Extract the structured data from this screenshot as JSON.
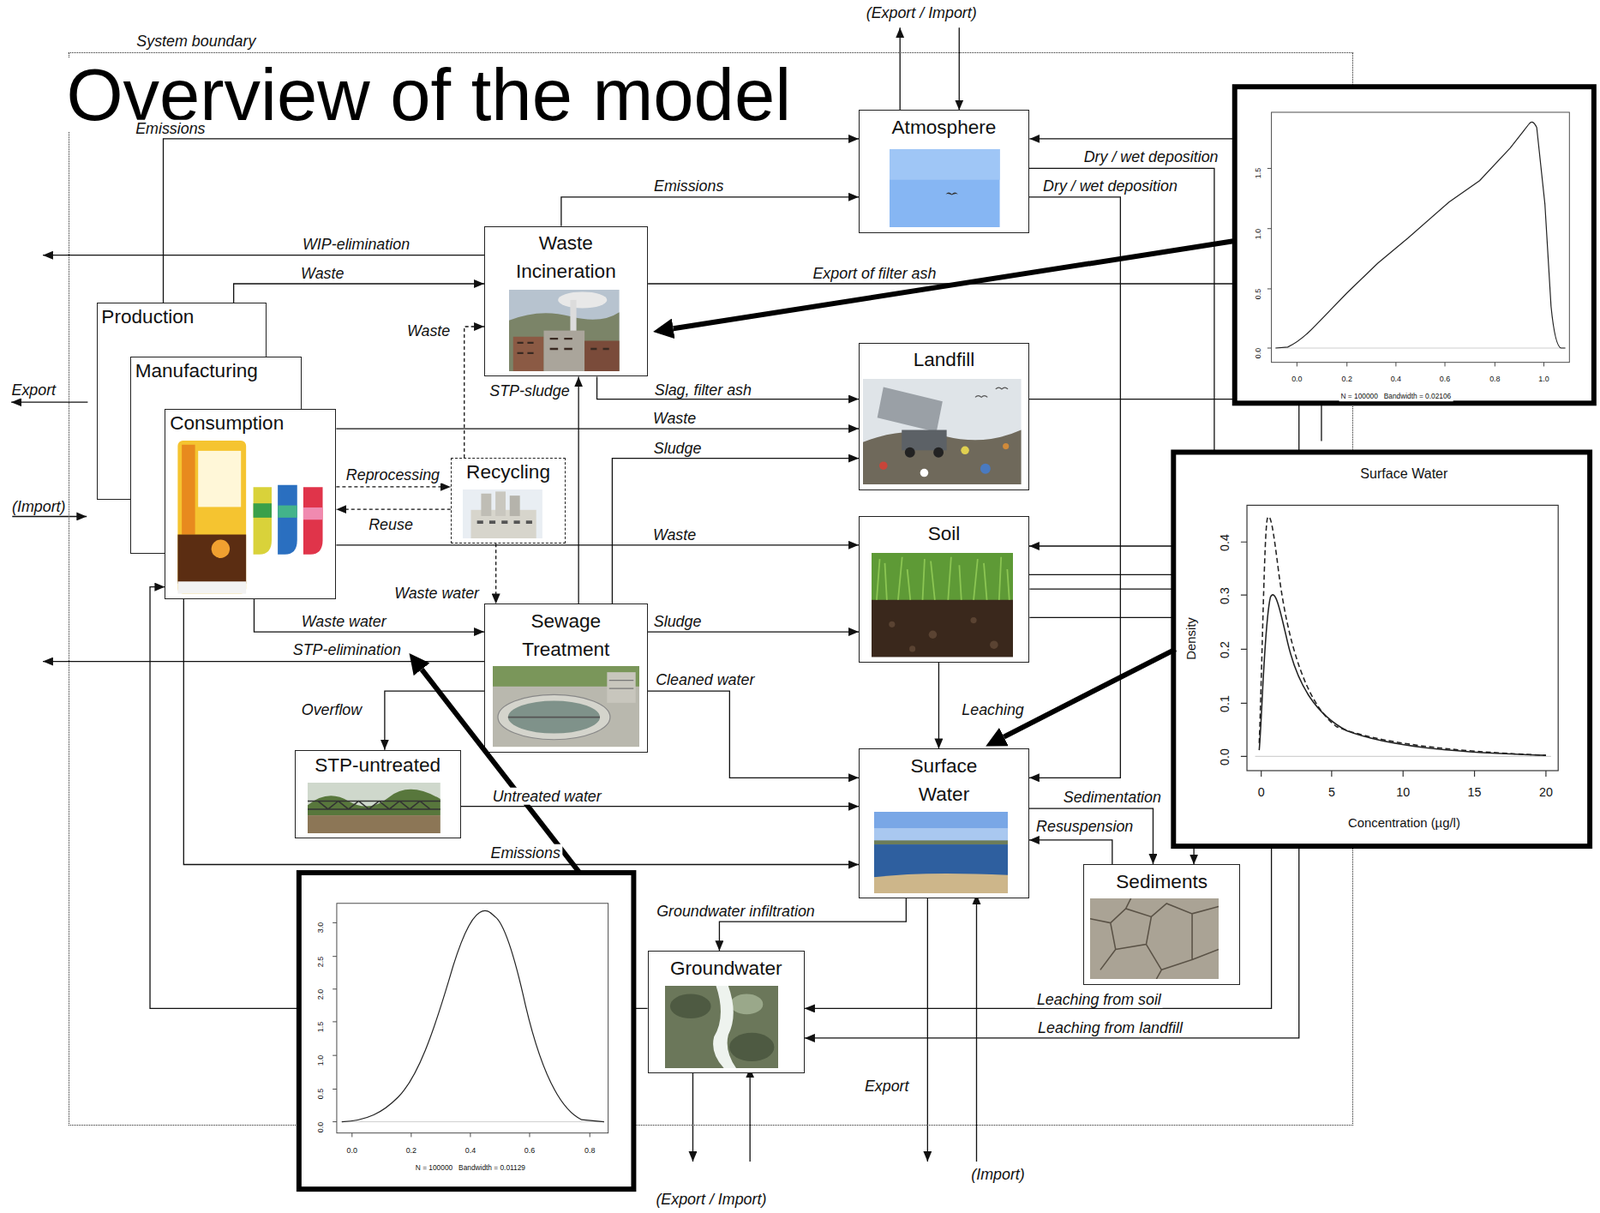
{
  "diagram": {
    "title": "Overview of the model",
    "nodes": [
      {
        "text": [
          "System boundary"
        ]
      },
      {
        "text": [
          "Atmosphere"
        ],
        "in": 0
      },
      {
        "text": [
          "Waste Incineration"
        ],
        "in": 0
      },
      {
        "text": [
          "Production"
        ],
        "in": 0
      },
      {
        "text": [
          "Manufacturing"
        ],
        "in": 0
      },
      {
        "text": [
          "Consumption"
        ],
        "in": 0
      },
      {
        "text": [
          "Landfill"
        ],
        "in": 0
      },
      {
        "text": [
          "Recycling"
        ],
        "in": 0
      },
      {
        "text": [
          "Soil"
        ],
        "in": 0
      },
      {
        "text": [
          "Sewage Treatment"
        ],
        "in": 0
      },
      {
        "text": [
          "STP-untreated"
        ],
        "in": 0
      },
      {
        "text": [
          "Surface Water"
        ],
        "in": 0
      },
      {
        "text": [
          "Sediments"
        ],
        "in": 0
      },
      {
        "text": [
          "Groundwater"
        ],
        "in": 0
      }
    ],
    "edges": [
      {
        "from": 3,
        "to": 1,
        "label": "Emissions",
        "arrow": "to"
      },
      {
        "from": 2,
        "to": 1,
        "label": "Emissions",
        "arrow": "to"
      },
      {
        "from": 3,
        "to": 2,
        "label": "Waste",
        "arrow": "to"
      },
      {
        "from": 7,
        "to": 2,
        "label": "Waste",
        "arrow": "to"
      },
      {
        "from": 9,
        "to": 2,
        "label": "STP-sludge",
        "arrow": "to"
      },
      {
        "from": 2,
        "to": 6,
        "label": "Slag, filter ash",
        "arrow": "to"
      },
      {
        "from": 5,
        "to": 6,
        "label": "Waste",
        "arrow": "to"
      },
      {
        "from": 9,
        "to": 6,
        "label": "Sludge",
        "arrow": "to"
      },
      {
        "from": 5,
        "to": 7,
        "label": "Reprocessing",
        "arrow": "to"
      },
      {
        "from": 7,
        "to": 5,
        "label": "Reuse",
        "arrow": "to"
      },
      {
        "from": 7,
        "to": 9,
        "label": "Waste water",
        "arrow": "to"
      },
      {
        "from": 5,
        "to": 8,
        "label": "Waste",
        "arrow": "to"
      },
      {
        "from": 5,
        "to": 9,
        "label": "Waste water",
        "arrow": "to"
      },
      {
        "from": 9,
        "to": 8,
        "label": "Sludge",
        "arrow": "to"
      },
      {
        "from": 9,
        "to": 10,
        "label": "Overflow",
        "arrow": "to"
      },
      {
        "from": 9,
        "to": 11,
        "label": "Cleaned water",
        "arrow": "to"
      },
      {
        "from": 10,
        "to": 11,
        "label": "Untreated water",
        "arrow": "to"
      },
      {
        "from": 5,
        "to": 11,
        "label": "Emissions",
        "arrow": "to"
      },
      {
        "from": 8,
        "to": 11,
        "label": "Leaching",
        "arrow": "to"
      },
      {
        "from": 11,
        "to": 13,
        "label": "Groundwater infiltration",
        "arrow": "to"
      },
      {
        "from": 13,
        "to": 5,
        "arrow": "to"
      },
      {
        "from": 11,
        "to": 12,
        "label": "Sedimentation",
        "arrow": "to"
      },
      {
        "from": 12,
        "to": 11,
        "label": "Resuspension",
        "arrow": "to"
      },
      {
        "from": 1,
        "to": 11,
        "label": "Dry / wet deposition",
        "arrow": "to"
      },
      {
        "from": 1,
        "to": 8,
        "label": "Dry / wet deposition",
        "arrow": "to"
      },
      {
        "from": 8,
        "to": 13,
        "label": "Leaching from soil",
        "arrow": "to"
      },
      {
        "from": 6,
        "to": 13,
        "label": "Leaching from landfill",
        "arrow": "to"
      }
    ],
    "labels": [
      "(Export / Import)",
      "Export",
      "(Import)",
      "WIP-elimination",
      "STP-elimination",
      "Export of filter ash",
      "(Export / Import)",
      "Export",
      "(Import)",
      "0.0",
      "0.2",
      "0.4",
      "0.6",
      "0.8",
      "1.0",
      "0.0",
      "0.5",
      "1.0",
      "1.5",
      "N = 100000   Bandwidth = 0.02106",
      "Surface Water",
      "Density",
      "Concentration (µg/l)",
      "0.0",
      "0.1",
      "0.2",
      "0.3",
      "0.4",
      "0",
      "5",
      "10",
      "15",
      "20",
      "0.0",
      "0.2",
      "0.4",
      "0.6",
      "0.8",
      "0.0",
      "0.5",
      "1.0",
      "1.5",
      "2.0",
      "2.5",
      "3.0",
      "N = 100000   Bandwidth = 0.01129"
    ]
  }
}
